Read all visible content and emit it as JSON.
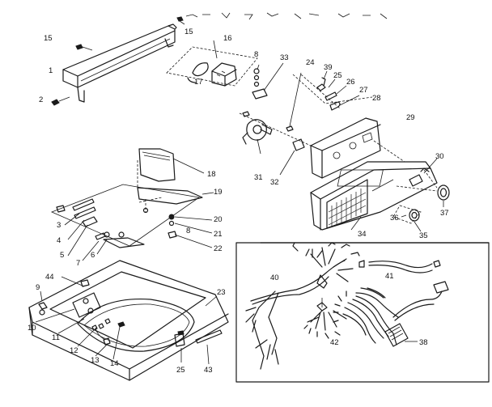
{
  "header_text": "",
  "callouts": [
    {
      "label": "1"
    },
    {
      "label": "2"
    },
    {
      "label": "3"
    },
    {
      "label": "4"
    },
    {
      "label": "5"
    },
    {
      "label": "6"
    },
    {
      "label": "7"
    },
    {
      "label": "8"
    },
    {
      "label": "8"
    },
    {
      "label": "9"
    },
    {
      "label": "10"
    },
    {
      "label": "11"
    },
    {
      "label": "12"
    },
    {
      "label": "13"
    },
    {
      "label": "14"
    },
    {
      "label": "15"
    },
    {
      "label": "15"
    },
    {
      "label": "16"
    },
    {
      "label": "17"
    },
    {
      "label": "18"
    },
    {
      "label": "19"
    },
    {
      "label": "20"
    },
    {
      "label": "21"
    },
    {
      "label": "22"
    },
    {
      "label": "23"
    },
    {
      "label": "24"
    },
    {
      "label": "25"
    },
    {
      "label": "25"
    },
    {
      "label": "26"
    },
    {
      "label": "27"
    },
    {
      "label": "28"
    },
    {
      "label": "29"
    },
    {
      "label": "30"
    },
    {
      "label": "31"
    },
    {
      "label": "32"
    },
    {
      "label": "33"
    },
    {
      "label": "34"
    },
    {
      "label": "35"
    },
    {
      "label": "36"
    },
    {
      "label": "37"
    },
    {
      "label": "38"
    },
    {
      "label": "39"
    },
    {
      "label": "40"
    },
    {
      "label": "41"
    },
    {
      "label": "42"
    },
    {
      "label": "43"
    },
    {
      "label": "44"
    }
  ]
}
